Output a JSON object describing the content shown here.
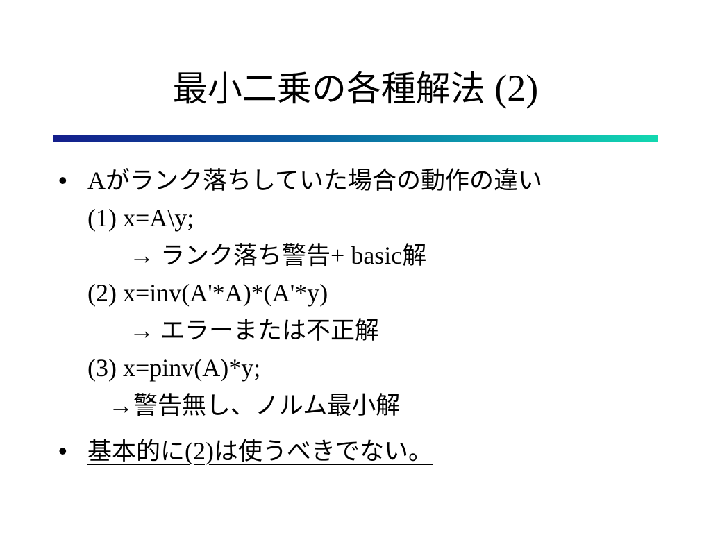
{
  "title": {
    "jp": "最小二乗の各種解法",
    "num": " (2)"
  },
  "bullets": [
    {
      "lead_latin": "A",
      "lead_jp": "がランク落ちしていた場合の動作の違い",
      "lines": [
        {
          "code": "(1) x=A\\y;"
        },
        {
          "arrow": "→ ",
          "jp1": "ランク落ち警告",
          "latin": "+ basic",
          "jp2": "解"
        },
        {
          "code": "(2) x=inv(A'*A)*(A'*y)"
        },
        {
          "arrow": "→ ",
          "jp1": "エラーまたは不正解"
        },
        {
          "code": "(3) x=pinv(A)*y;"
        },
        {
          "arrow": "→",
          "jp1": "警告無し、ノルム最小解"
        }
      ]
    },
    {
      "jp1": "基本的に",
      "latin": "(2)",
      "jp2": "は使うべきでない。"
    }
  ],
  "colors": {
    "rule_start": "#141e8c",
    "rule_end": "#12d8b0"
  }
}
